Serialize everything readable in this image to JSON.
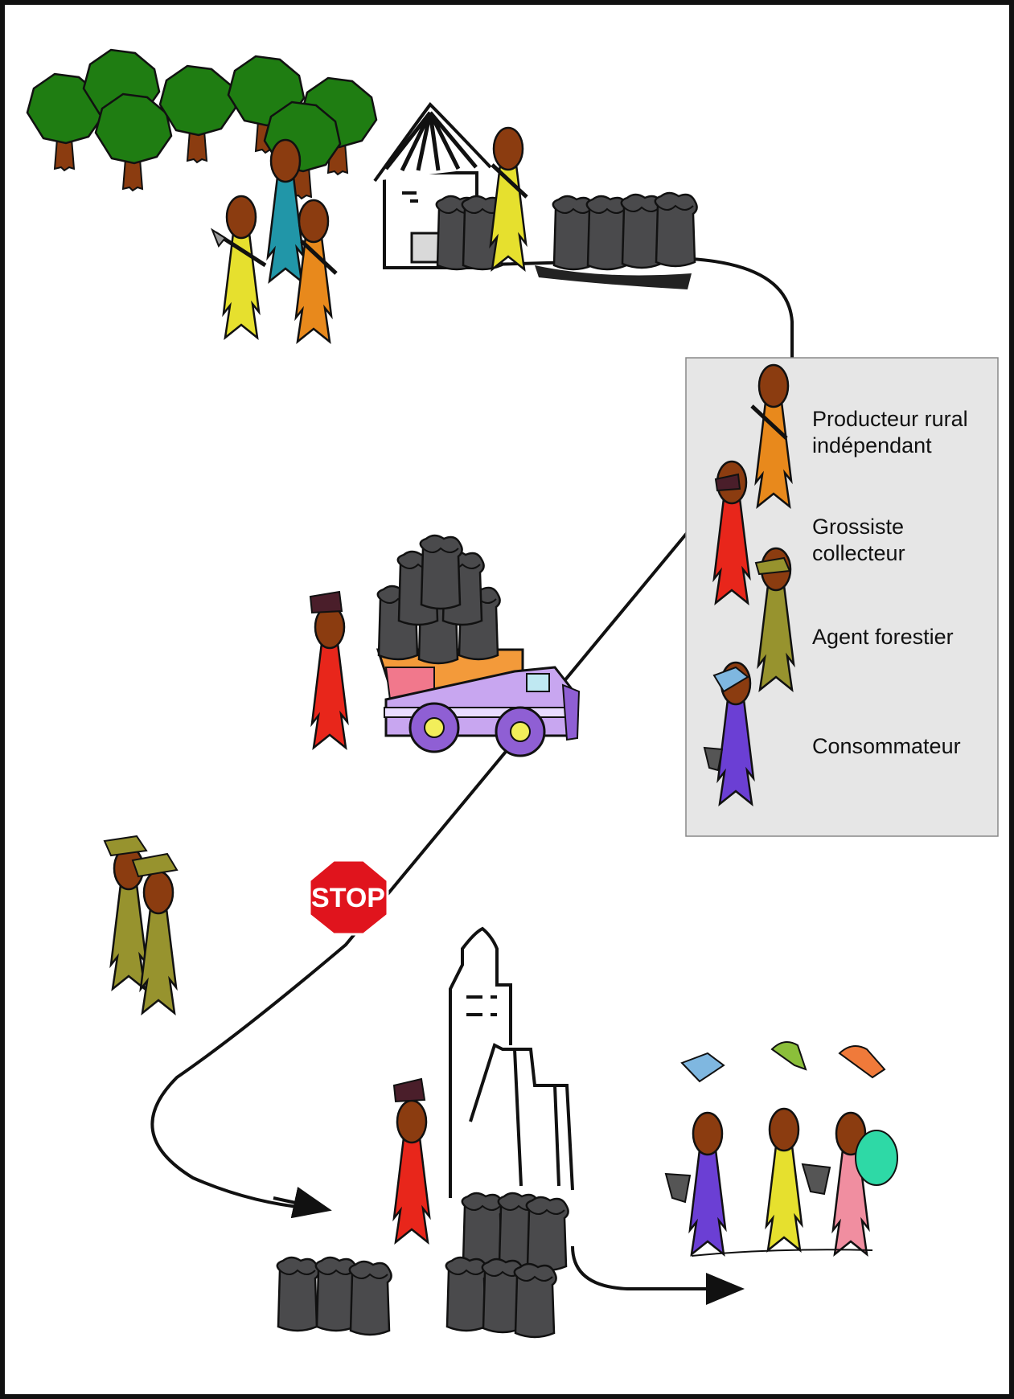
{
  "legend": {
    "title": "",
    "items": [
      {
        "line1": "Producteur rural",
        "line2": "indépendant",
        "color": "#e8891c"
      },
      {
        "line1": "Grossiste",
        "line2": "collecteur",
        "color": "#e8261b"
      },
      {
        "line1": "Agent forestier",
        "line2": "",
        "color": "#97932e"
      },
      {
        "line1": "Consommateur",
        "line2": "",
        "color": "#6b3fd4"
      }
    ]
  },
  "sign": {
    "text": "STOP",
    "color": "#e0141d"
  },
  "colors": {
    "border": "#111111",
    "legend_bg": "#e6e6e6",
    "skin": "#8b3c10",
    "tree": "#1f7d12",
    "trunk": "#8b3c10",
    "charcoal": "#4a4a4c",
    "truck_body": "#c8a6f0"
  }
}
